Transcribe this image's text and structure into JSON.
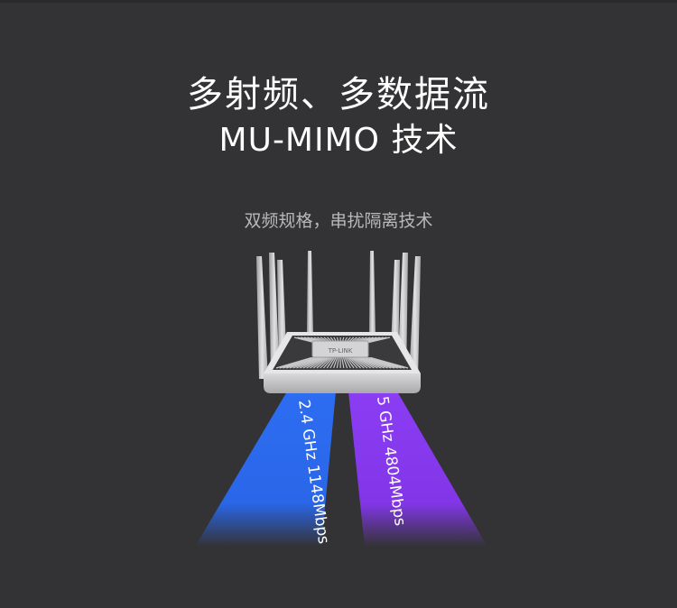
{
  "headline": {
    "line1": "多射频、多数据流",
    "line2": "MU-MIMO 技术"
  },
  "subtitle": "双频规格，串扰隔离技术",
  "router": {
    "logo": "TP-LINK"
  },
  "bands": [
    {
      "label": "2.4 GHz 1148Mbps",
      "color": "#2c6cf0"
    },
    {
      "label": "5 GHz 4804Mbps",
      "color": "#8a3cf2"
    }
  ]
}
